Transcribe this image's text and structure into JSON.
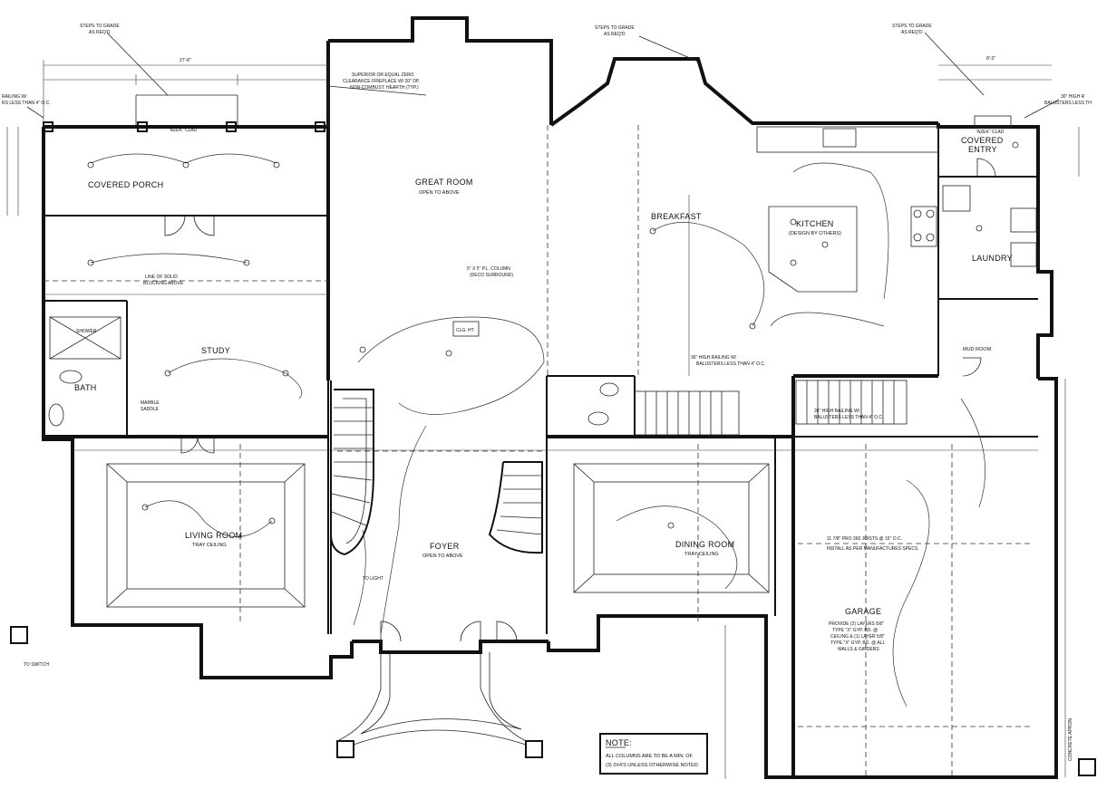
{
  "rooms": {
    "great_room": "GREAT ROOM",
    "great_room_sub": "OPEN TO ABOVE",
    "breakfast": "BREAKFAST",
    "kitchen": "KITCHEN",
    "kitchen_sub": "(DESIGN BY OTHERS)",
    "covered_porch": "COVERED PORCH",
    "study": "STUDY",
    "bath": "BATH",
    "living_room": "LIVING ROOM",
    "living_sub": "TRAY CEILING",
    "foyer": "FOYER",
    "foyer_sub": "OPEN TO ABOVE",
    "dining_room": "DINING ROOM",
    "dining_sub": "TRAY CEILING",
    "garage": "GARAGE",
    "laundry": "LAUNDRY",
    "covered_entry": "COVERED",
    "covered_entry_2": "ENTRY",
    "mud_room": "MUD ROOM"
  },
  "labels": {
    "steps_left_1": "STEPS TO GRADE",
    "steps_left_2": "AS REQ'D",
    "steps_mid_1": "STEPS TO GRADE",
    "steps_mid_2": "AS REQ'D",
    "steps_right_1": "STEPS TO GRADE",
    "steps_right_2": "AS REQ'D",
    "fireplace_1": "SUPERIOR OR EQUAL ZERO",
    "fireplace_2": "CLEARANCE FIREPLACE W/ 20\" DP.",
    "fireplace_3": "NON-COMBUST. HEARTH (TYP.)",
    "railing_left_1": "RAILING W/",
    "railing_left_2": "RS LESS THAN 4\" O.C.",
    "railing_right_1": "30\" HIGH R",
    "railing_right_2": "BALUSTERS LESS TH",
    "railing_mid_1": "36\" HIGH RAILING W/",
    "railing_mid_2": "BALUSTERS LESS THAN 4\" O.C.",
    "railing_stair_1": "36\" HIGH RAILING W/",
    "railing_stair_2": "BALUSTERS LESS THAN 4\" O.C.",
    "azek_left": "\"AZEK\" CLAD",
    "azek_right": "\"AZEK\" CLAD",
    "column_deco": "5\" X 5\" P.L. COLUMN",
    "column_deco_2": "(DECO SURROUND)",
    "line_blocking_1": "LINE OF SOLID",
    "line_blocking_2": "BLOCKING ABOVE",
    "marble_saddle_1": "MARBLE",
    "marble_saddle_2": "SADDLE",
    "clg_ht": "CLG. HT.",
    "shower": "SHOWER",
    "garage_note_1": "PROVIDE (2) LAYERS 5/8\"",
    "garage_note_2": "TYPE \"X\" GYP. BD. @",
    "garage_note_3": "CEILING & (1) LAYER 5/8\"",
    "garage_note_4": "TYPE \"X\" GYP. BD. @ ALL",
    "garage_note_5": "WALLS & GIRDERS",
    "joist_garage_1": "11 7/8\" PRO 360 JOISTS @ 16\" O.C.",
    "joist_garage_2": "INSTALL AS PER MANUFACTURES SPECS.",
    "concrete_apron": "CONCRETE APRON",
    "to_light": "TO LIGHT",
    "to_switch": "TO SWITCH",
    "dims_top": "27'-8\"",
    "dims_top_right": "8'-3\""
  },
  "note": {
    "title": "NOTE:",
    "line1": "ALL COLUMNS ARE TO BE A MIN. OF",
    "line2": "(3) 2X4'S UNLESS OTHERWISE NOTED"
  }
}
